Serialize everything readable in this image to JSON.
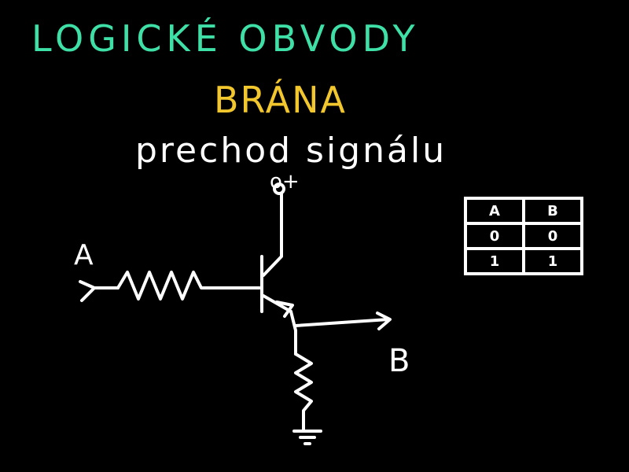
{
  "title": "LOGICKÉ OBVODY",
  "subtitle": "BRÁNA",
  "caption": "prechod signálu",
  "circuit": {
    "input_label": "A",
    "output_label": "B",
    "supply_label": "o+"
  },
  "truth_table": {
    "headers": [
      "A",
      "B"
    ],
    "rows": [
      [
        "0",
        "0"
      ],
      [
        "1",
        "1"
      ]
    ]
  },
  "colors": {
    "background": "#000000",
    "title": "#3FE0A8",
    "subtitle": "#F2C72E",
    "ink": "#FFFFFF"
  }
}
